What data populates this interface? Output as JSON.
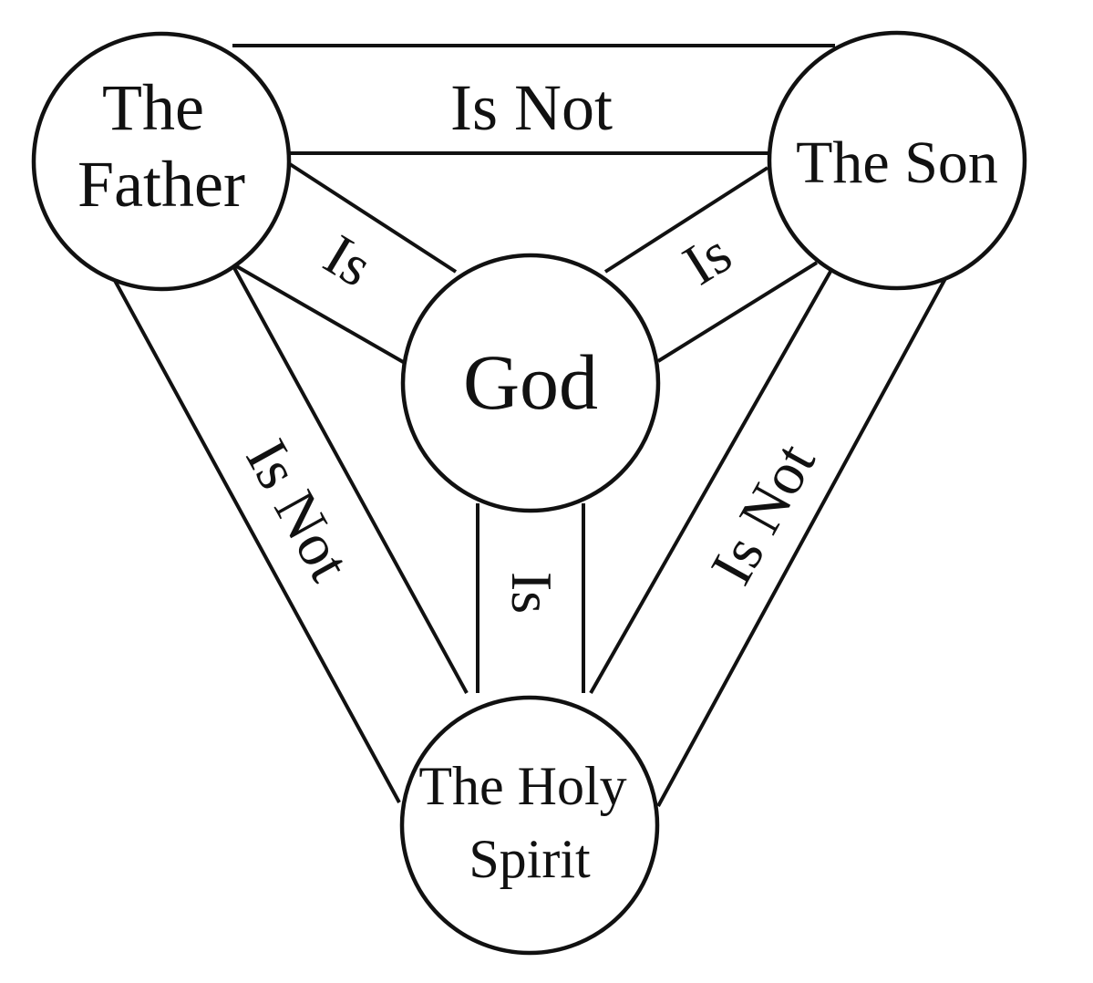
{
  "nodes": {
    "father": {
      "lines": [
        "The",
        "Father"
      ]
    },
    "son": {
      "lines": [
        "The Son"
      ]
    },
    "god": {
      "lines": [
        "God"
      ]
    },
    "spirit": {
      "lines": [
        "The Holy",
        "Spirit"
      ]
    }
  },
  "links": {
    "father_son": "Is Not",
    "father_god": "Is",
    "son_god": "Is",
    "god_spirit": "Is",
    "father_spirit": "Is Not",
    "son_spirit": "Is Not"
  },
  "colors": {
    "stroke": "#111111",
    "fill": "#ffffff"
  }
}
